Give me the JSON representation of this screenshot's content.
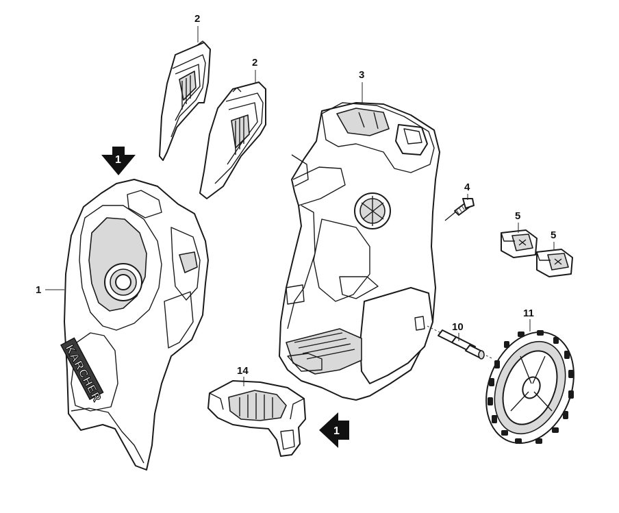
{
  "callouts": {
    "c1": "1",
    "c2a": "2",
    "c2b": "2",
    "c3": "3",
    "c4": "4",
    "c5a": "5",
    "c5b": "5",
    "c10": "10",
    "c11": "11",
    "c14": "14"
  },
  "markers": {
    "m1_top": "1",
    "m1_bottom": "1"
  },
  "brand_text": "KARCHER"
}
